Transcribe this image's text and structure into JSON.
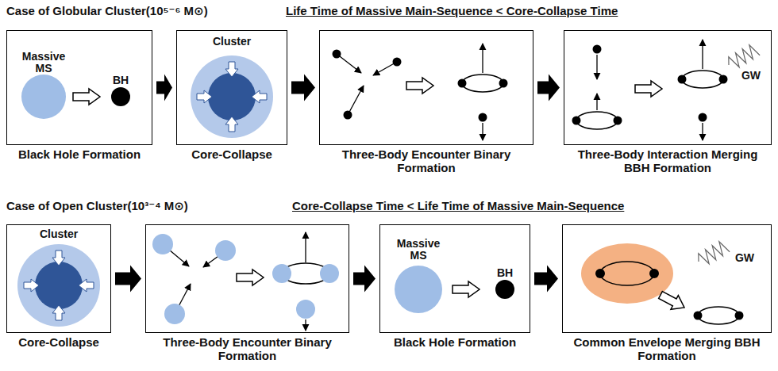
{
  "diagram": {
    "nodes": [
      {
        "text": [
          "Black Hole Formation"
        ]
      },
      {
        "text": [
          "Core-Collapse"
        ]
      },
      {
        "text": [
          "Three-Body Encounter Binary Formation"
        ]
      },
      {
        "text": [
          "Three-Body Interaction Merging BBH Formation"
        ]
      },
      {
        "text": [
          "Core-Collapse"
        ]
      },
      {
        "text": [
          "Three-Body Encounter Binary Formation"
        ]
      },
      {
        "text": [
          "Black Hole Formation"
        ]
      },
      {
        "text": [
          "Common Envelope Merging BBH Formation"
        ]
      }
    ],
    "edges": [
      {
        "from": 0,
        "to": 1,
        "arrow": "to"
      },
      {
        "from": 1,
        "to": 2,
        "arrow": "to"
      },
      {
        "from": 2,
        "to": 3,
        "arrow": "to"
      },
      {
        "from": 4,
        "to": 5,
        "arrow": "to"
      },
      {
        "from": 5,
        "to": 6,
        "arrow": "to"
      },
      {
        "from": 6,
        "to": 7,
        "arrow": "to"
      }
    ],
    "labels": [
      "Case of Globular Cluster(10⁵⁻⁶ M⊙)",
      "Life Time of Massive Main-Sequence < Core-Collapse Time",
      "Massive MS",
      "BH",
      "Cluster",
      "GW",
      "Case of Open Cluster(10³⁻⁴ M⊙)",
      "Core-Collapse Time < Life Time of Massive Main-Sequence",
      "Cluster",
      "Massive MS",
      "BH",
      "GW"
    ]
  }
}
